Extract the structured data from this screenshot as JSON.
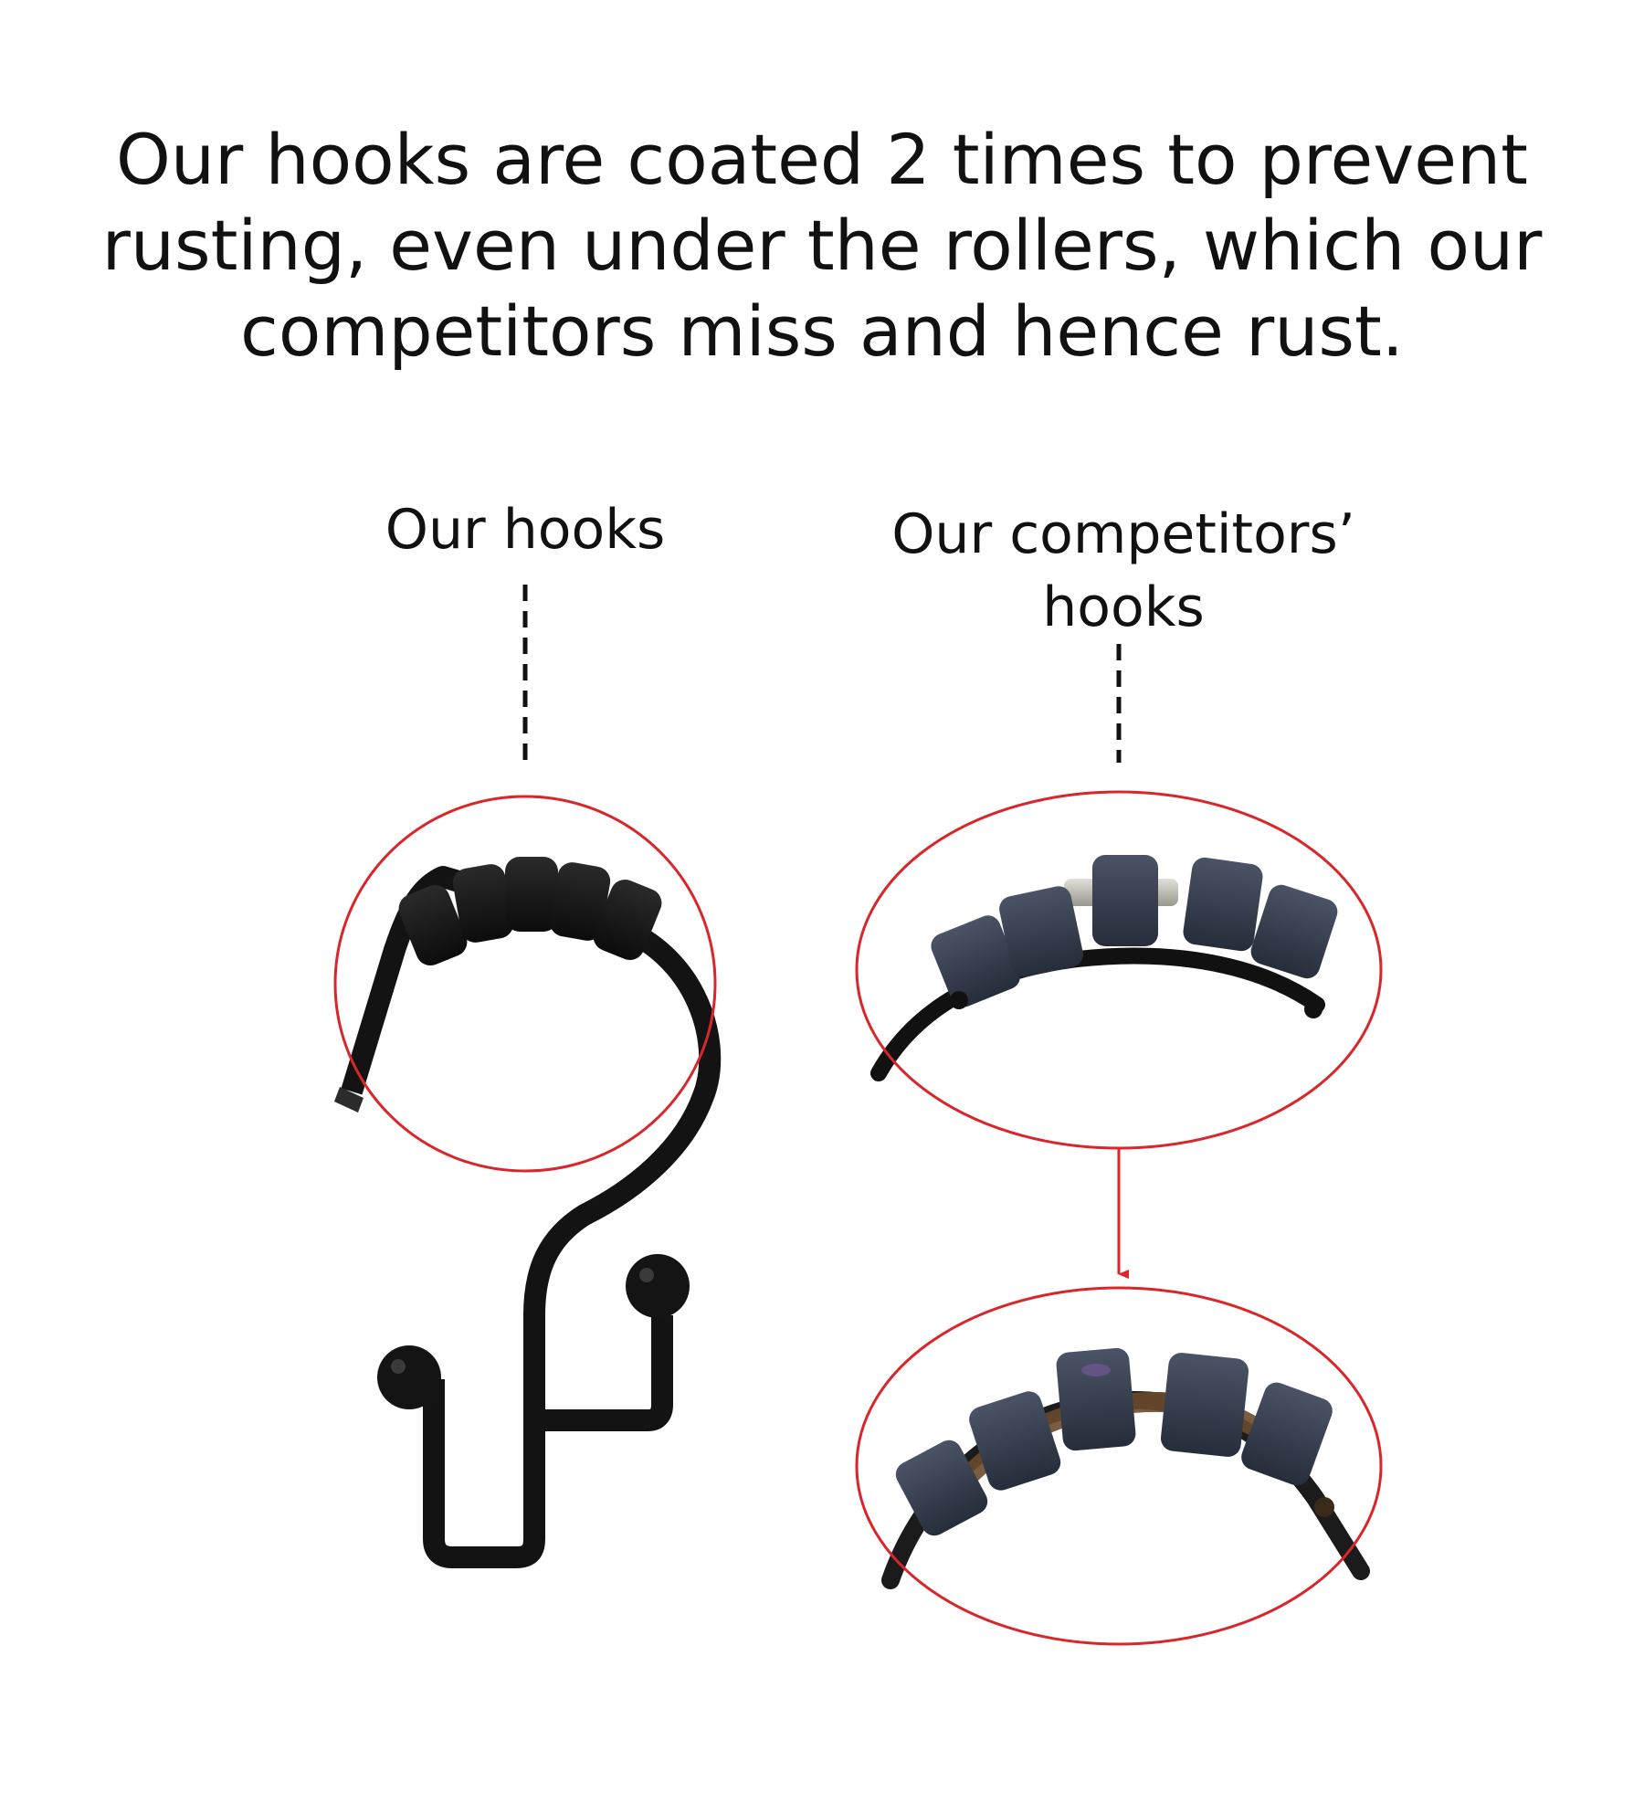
{
  "headline": {
    "lines": [
      "Our hooks are coated 2 times to prevent",
      "rusting, even under the rollers, which our",
      "competitors miss and hence rust."
    ]
  },
  "labels": {
    "ours": [
      "Our hooks"
    ],
    "theirs": [
      "Our competitors’",
      "hooks"
    ]
  },
  "colors": {
    "highlight": "#d9262a",
    "hook": "#131313",
    "roller_ours": "#1a1a1a",
    "roller_theirs": "#3a4354",
    "bare_metal": "#c9c5bb",
    "rust": "#6b4a2b"
  }
}
